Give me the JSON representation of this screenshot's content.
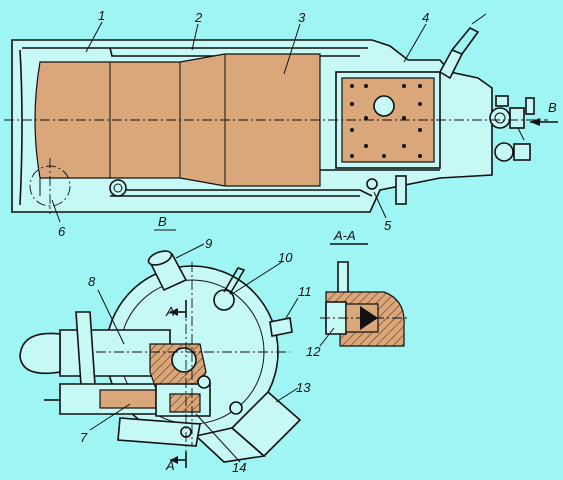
{
  "figure": {
    "callouts": [
      "1",
      "2",
      "3",
      "4",
      "5",
      "6",
      "7",
      "8",
      "9",
      "10",
      "11",
      "12",
      "13",
      "14"
    ],
    "view_marker": "B",
    "section_marker": "A",
    "section_title": "A-A"
  },
  "colors": {
    "background": "#9ff5f4",
    "body_fill": "#c6f8f6",
    "core_fill": "#d9a77a",
    "line": "#111111"
  }
}
